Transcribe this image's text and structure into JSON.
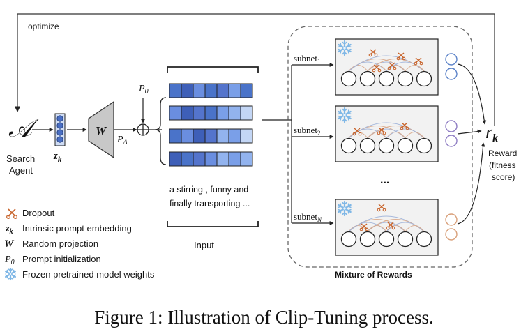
{
  "labels": {
    "optimize": "optimize",
    "agent_symbol": "𝒜",
    "search_agent_line1": "Search",
    "search_agent_line2": "Agent",
    "z_label": "z",
    "z_sub": "k",
    "w_label": "W",
    "p0_label": "P",
    "p0_sub": "0",
    "pdelta_label": "P",
    "pdelta_sub": "Δ",
    "input_text_line1": "a stirring , funny and",
    "input_text_line2": "finally transporting ...",
    "input_label": "Input",
    "subnet1": "subnet",
    "subnet1_sub": "1",
    "subnet2": "subnet",
    "subnet2_sub": "2",
    "subnetN": "subnet",
    "subnetN_sub": "N",
    "ellipsis": "...",
    "reward_symbol": "r",
    "reward_sub": "k",
    "reward_line1": "Reward",
    "reward_line2": "(fitness",
    "reward_line3": "score)",
    "mixture_label": "Mixture of Rewards"
  },
  "legend": [
    {
      "text": "Dropout",
      "icon": "scissors-icon"
    },
    {
      "text": "Intrinsic prompt embedding",
      "icon": "z-k-symbol"
    },
    {
      "text": "Random projection",
      "icon": "w-symbol"
    },
    {
      "text": "Prompt initialization",
      "icon": "p0-symbol"
    },
    {
      "text": "Frozen pretrained model weights",
      "icon": "snowflake-icon"
    }
  ],
  "caption": "Figure 1: Illustration of Clip-Tuning process.",
  "colors": {
    "embedding_cells": [
      "#4a73c9",
      "#3e5fb8",
      "#6a8ee0",
      "#5474cc",
      "#7a9fe8",
      "#92b3ee",
      "#c3d6f5"
    ],
    "scissors": "#c8632a",
    "snowflake": "#7fb7e6",
    "blue_circle": "#5b82c8",
    "purple_circle": "#8e7cc3",
    "orange_circle": "#d9a07a"
  }
}
